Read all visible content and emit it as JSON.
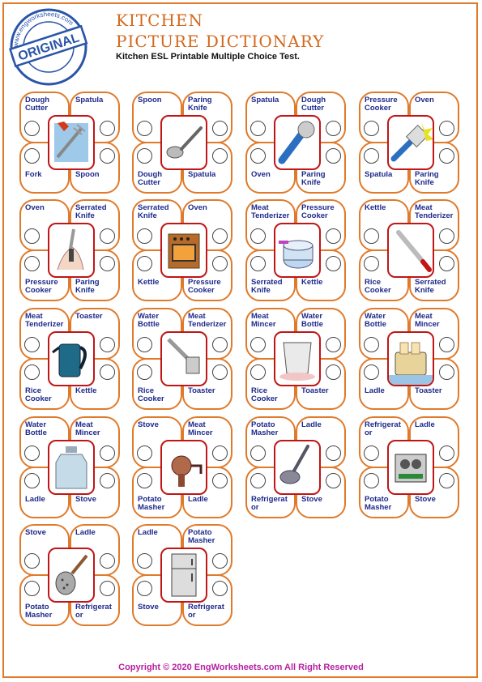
{
  "header": {
    "title_line1": "KITCHEN",
    "title_line2": "PICTURE DICTIONARY",
    "subtitle": "Kitchen ESL Printable Multiple Choice Test.",
    "stamp_text": "ORIGINAL",
    "stamp_ring_text": "www.engworksheets.com"
  },
  "colors": {
    "frame": "#e07a2a",
    "title": "#d2691e",
    "option_text": "#1e2a8a",
    "picture_border": "#c01616",
    "copyright": "#b51fa0"
  },
  "cards": [
    {
      "tl": "Dough\nCutter",
      "tr": "Spatula",
      "bl": "Fork",
      "br": "Spoon",
      "icon": "fork-icon"
    },
    {
      "tl": "Spoon",
      "tr": "Paring\nKnife",
      "bl": "Dough\nCutter",
      "br": "Spatula",
      "icon": "spoon-icon"
    },
    {
      "tl": "Spatula",
      "tr": "Dough\nCutter",
      "bl": "Oven",
      "br": "Paring\nKnife",
      "icon": "dough-cutter-icon"
    },
    {
      "tl": "Pressure\nCooker",
      "tr": "Oven",
      "bl": "Spatula",
      "br": "Paring\nKnife",
      "icon": "spatula-icon"
    },
    {
      "tl": "Oven",
      "tr": "Serrated\nKnife",
      "bl": "Pressure\nCooker",
      "br": "Paring\nKnife",
      "icon": "paring-knife-icon"
    },
    {
      "tl": "Serrated\nKnife",
      "tr": "Oven",
      "bl": "Kettle",
      "br": "Pressure\nCooker",
      "icon": "oven-icon"
    },
    {
      "tl": "Meat\nTenderizer",
      "tr": "Pressure\nCooker",
      "bl": "Serrated\nKnife",
      "br": "Kettle",
      "icon": "pressure-cooker-icon"
    },
    {
      "tl": "Kettle",
      "tr": "Meat\nTenderizer",
      "bl": "Rice\nCooker",
      "br": "Serrated\nKnife",
      "icon": "serrated-knife-icon"
    },
    {
      "tl": "Meat\nTenderizer",
      "tr": "Toaster",
      "bl": "Rice\nCooker",
      "br": "Kettle",
      "icon": "kettle-icon"
    },
    {
      "tl": "Water\nBottle",
      "tr": "Meat\nTenderizer",
      "bl": "Rice\nCooker",
      "br": "Toaster",
      "icon": "meat-tenderizer-icon"
    },
    {
      "tl": "Meat\nMincer",
      "tr": "Water\nBottle",
      "bl": "Rice\nCooker",
      "br": "Toaster",
      "icon": "rice-cooker-icon"
    },
    {
      "tl": "Water\nBottle",
      "tr": "Meat\nMincer",
      "bl": "Ladle",
      "br": "Toaster",
      "icon": "toaster-icon"
    },
    {
      "tl": "Water\nBottle",
      "tr": "Meat\nMincer",
      "bl": "Ladle",
      "br": "Stove",
      "icon": "water-bottle-icon"
    },
    {
      "tl": "Stove",
      "tr": "Meat\nMincer",
      "bl": "Potato\nMasher",
      "br": "Ladle",
      "icon": "meat-mincer-icon"
    },
    {
      "tl": "Potato\nMasher",
      "tr": "Ladle",
      "bl": "Refrigerat\nor",
      "br": "Stove",
      "icon": "ladle-icon"
    },
    {
      "tl": "Refrigerat\nor",
      "tr": "Ladle",
      "bl": "Potato\nMasher",
      "br": "Stove",
      "icon": "stove-icon"
    },
    {
      "tl": "Stove",
      "tr": "Ladle",
      "bl": "Potato\nMasher",
      "br": "Refrigerat\nor",
      "icon": "potato-masher-icon"
    },
    {
      "tl": "Ladle",
      "tr": "Potato\nMasher",
      "bl": "Stove",
      "br": "Refrigerat\nor",
      "icon": "refrigerator-icon"
    }
  ],
  "footer": {
    "copyright": "Copyright © 2020 EngWorksheets.com All Right Reserved"
  }
}
